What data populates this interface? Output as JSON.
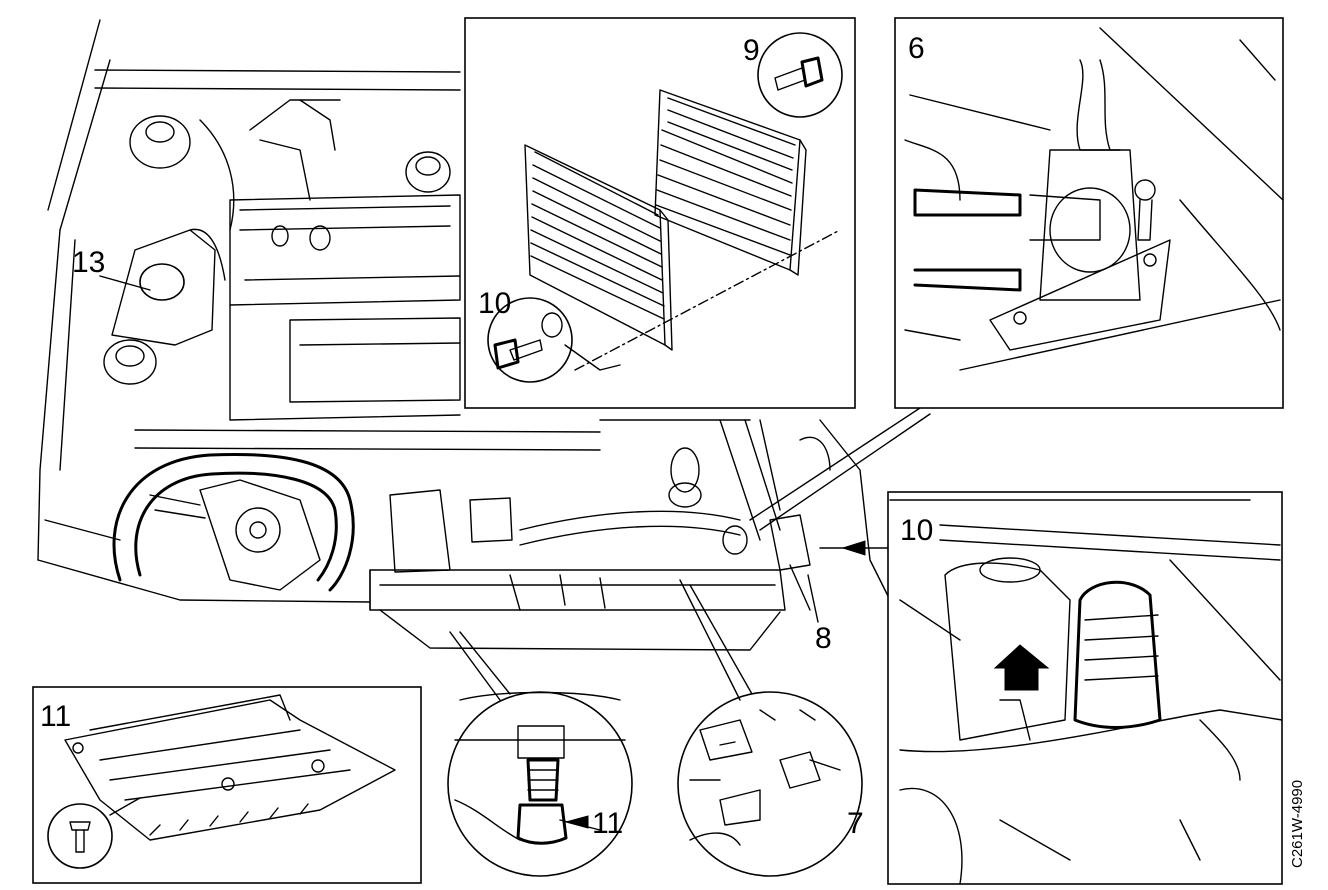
{
  "diagram": {
    "callouts": {
      "c13": "13",
      "c10_main": "10",
      "c9": "9",
      "c6": "6",
      "c10_inset": "10",
      "c8": "8",
      "c11_box": "11",
      "c11_detail": "11",
      "c7": "7"
    },
    "figure_code": "C261W-4990"
  }
}
